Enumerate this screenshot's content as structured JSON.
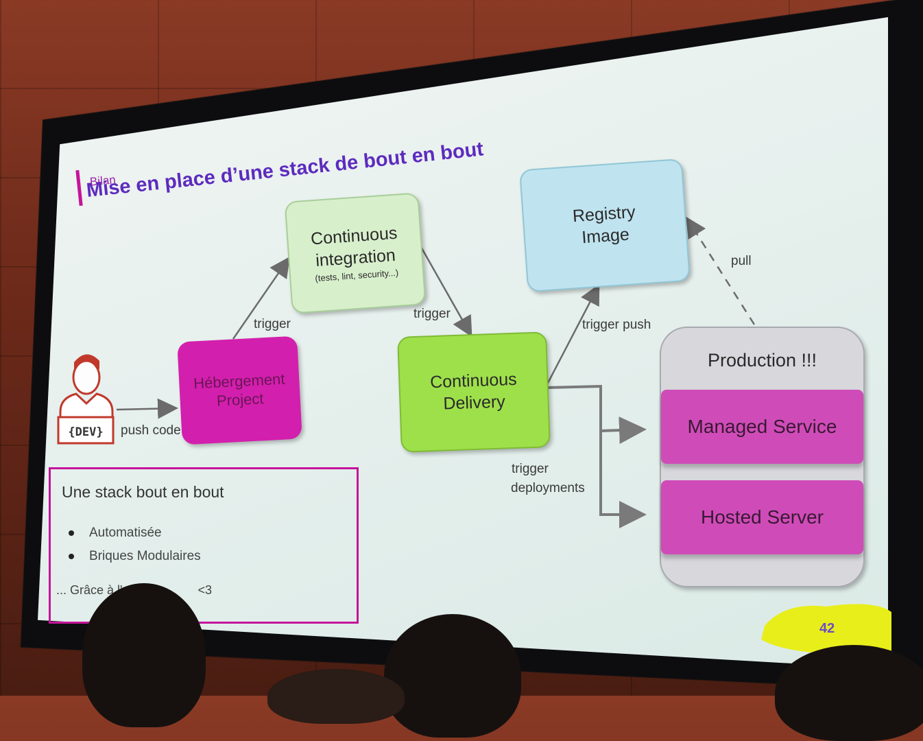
{
  "slide": {
    "kicker": "Bilan",
    "title": "Mise en place d’une stack de bout en bout",
    "page_number": "42"
  },
  "nodes": {
    "dev_badge": "{DEV}",
    "ci_main": "Continuous integration",
    "ci_sub": "(tests, lint, security...)",
    "registry": "Registry Image",
    "hebergement": "Hébergement Project",
    "cd": "Continuous Delivery",
    "production": "Production !!!",
    "managed_service": "Managed Service",
    "hosted_server": "Hosted Server"
  },
  "edges": {
    "push_code": "push code",
    "trigger_1": "trigger",
    "trigger_2": "trigger",
    "trigger_push": "trigger push",
    "pull": "pull",
    "trigger_deployments_1": "trigger",
    "trigger_deployments_2": "deployments"
  },
  "summary": {
    "title": "Une stack bout en bout",
    "bullets": [
      "Automatisée",
      "Briques Modulaires"
    ],
    "footer": "... Grâce à l'",
    "footer_end": "<3"
  },
  "colors": {
    "accent": "#c5149a",
    "title": "#5d2bbe",
    "ci": "#d8efcc",
    "registry": "#bfe3ef",
    "hebergement": "#d31fad",
    "cd": "#9ee04a",
    "production": "#d7d7dc",
    "service": "#cf4cb8"
  }
}
